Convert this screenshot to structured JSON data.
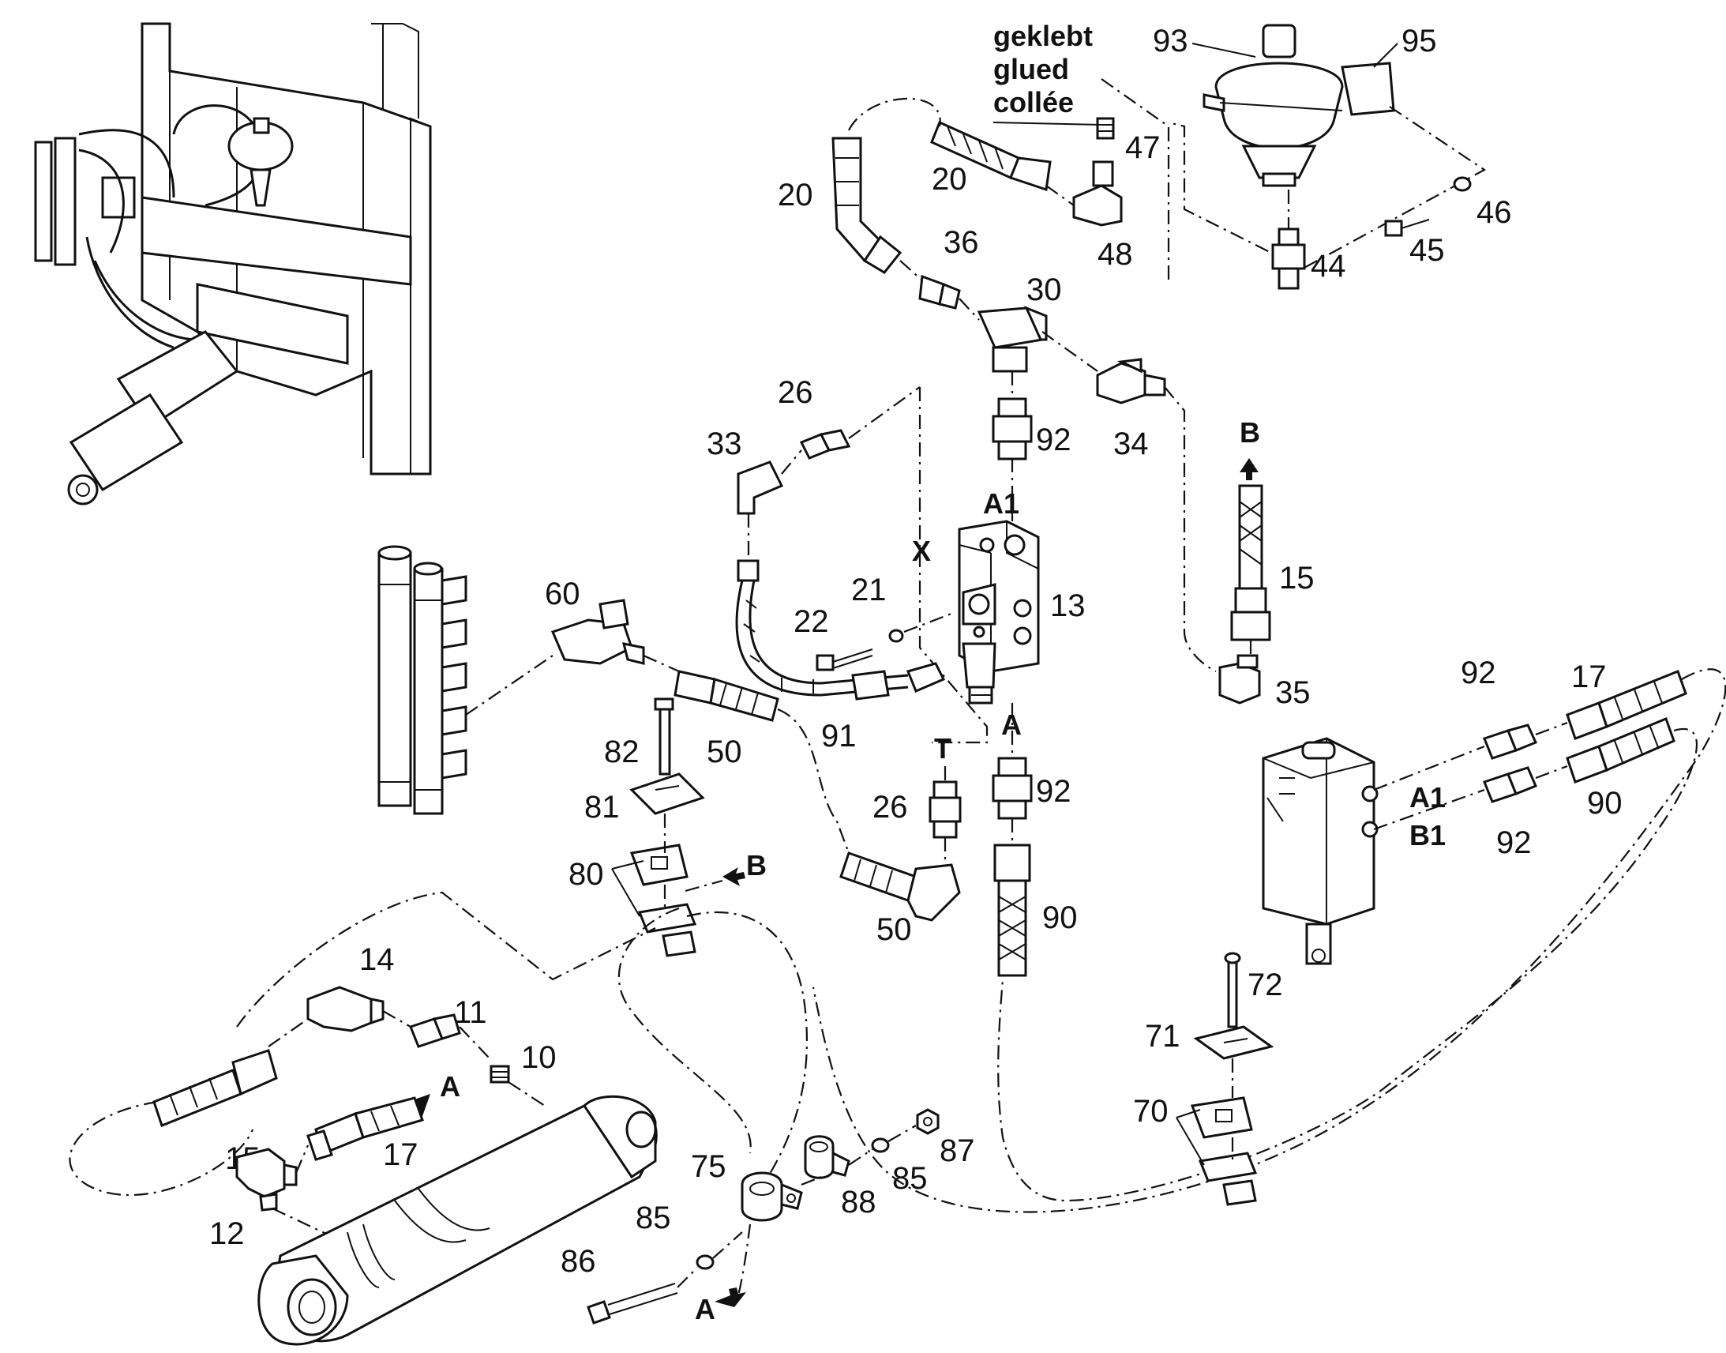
{
  "note": {
    "line1": "geklebt",
    "line2": "glued",
    "line3": "collée"
  },
  "labels": {
    "p93": "93",
    "p95": "95",
    "p47": "47",
    "p48": "48",
    "p44": "44",
    "p45": "45",
    "p46": "46",
    "p20a": "20",
    "p20b": "20",
    "p36": "36",
    "p30": "30",
    "p26a": "26",
    "p33": "33",
    "p92a": "92",
    "p34": "34",
    "pB_top": "B",
    "pA1_valve": "A1",
    "pX": "X",
    "p21": "21",
    "p22": "22",
    "p13": "13",
    "p15a": "15",
    "p35": "35",
    "p60": "60",
    "p91": "91",
    "p50a": "50",
    "p82": "82",
    "p81": "81",
    "p80": "80",
    "pB_left": "B",
    "pT": "T",
    "p26b": "26",
    "pA_valve": "A",
    "p92b": "92",
    "p50b": "50",
    "p90a": "90",
    "p17a": "17",
    "p92c": "92",
    "p90b": "90",
    "pA1_right": "A1",
    "pB1_right": "B1",
    "p92d": "92",
    "p14": "14",
    "p11": "11",
    "p10": "10",
    "p15b": "15",
    "pA_cyl": "A",
    "p17b": "17",
    "p12": "12",
    "p75": "75",
    "p85a": "85",
    "p88": "88",
    "p85b": "85",
    "p87": "87",
    "p86": "86",
    "pA_bottom": "A",
    "p72": "72",
    "p71": "71",
    "p70": "70"
  }
}
